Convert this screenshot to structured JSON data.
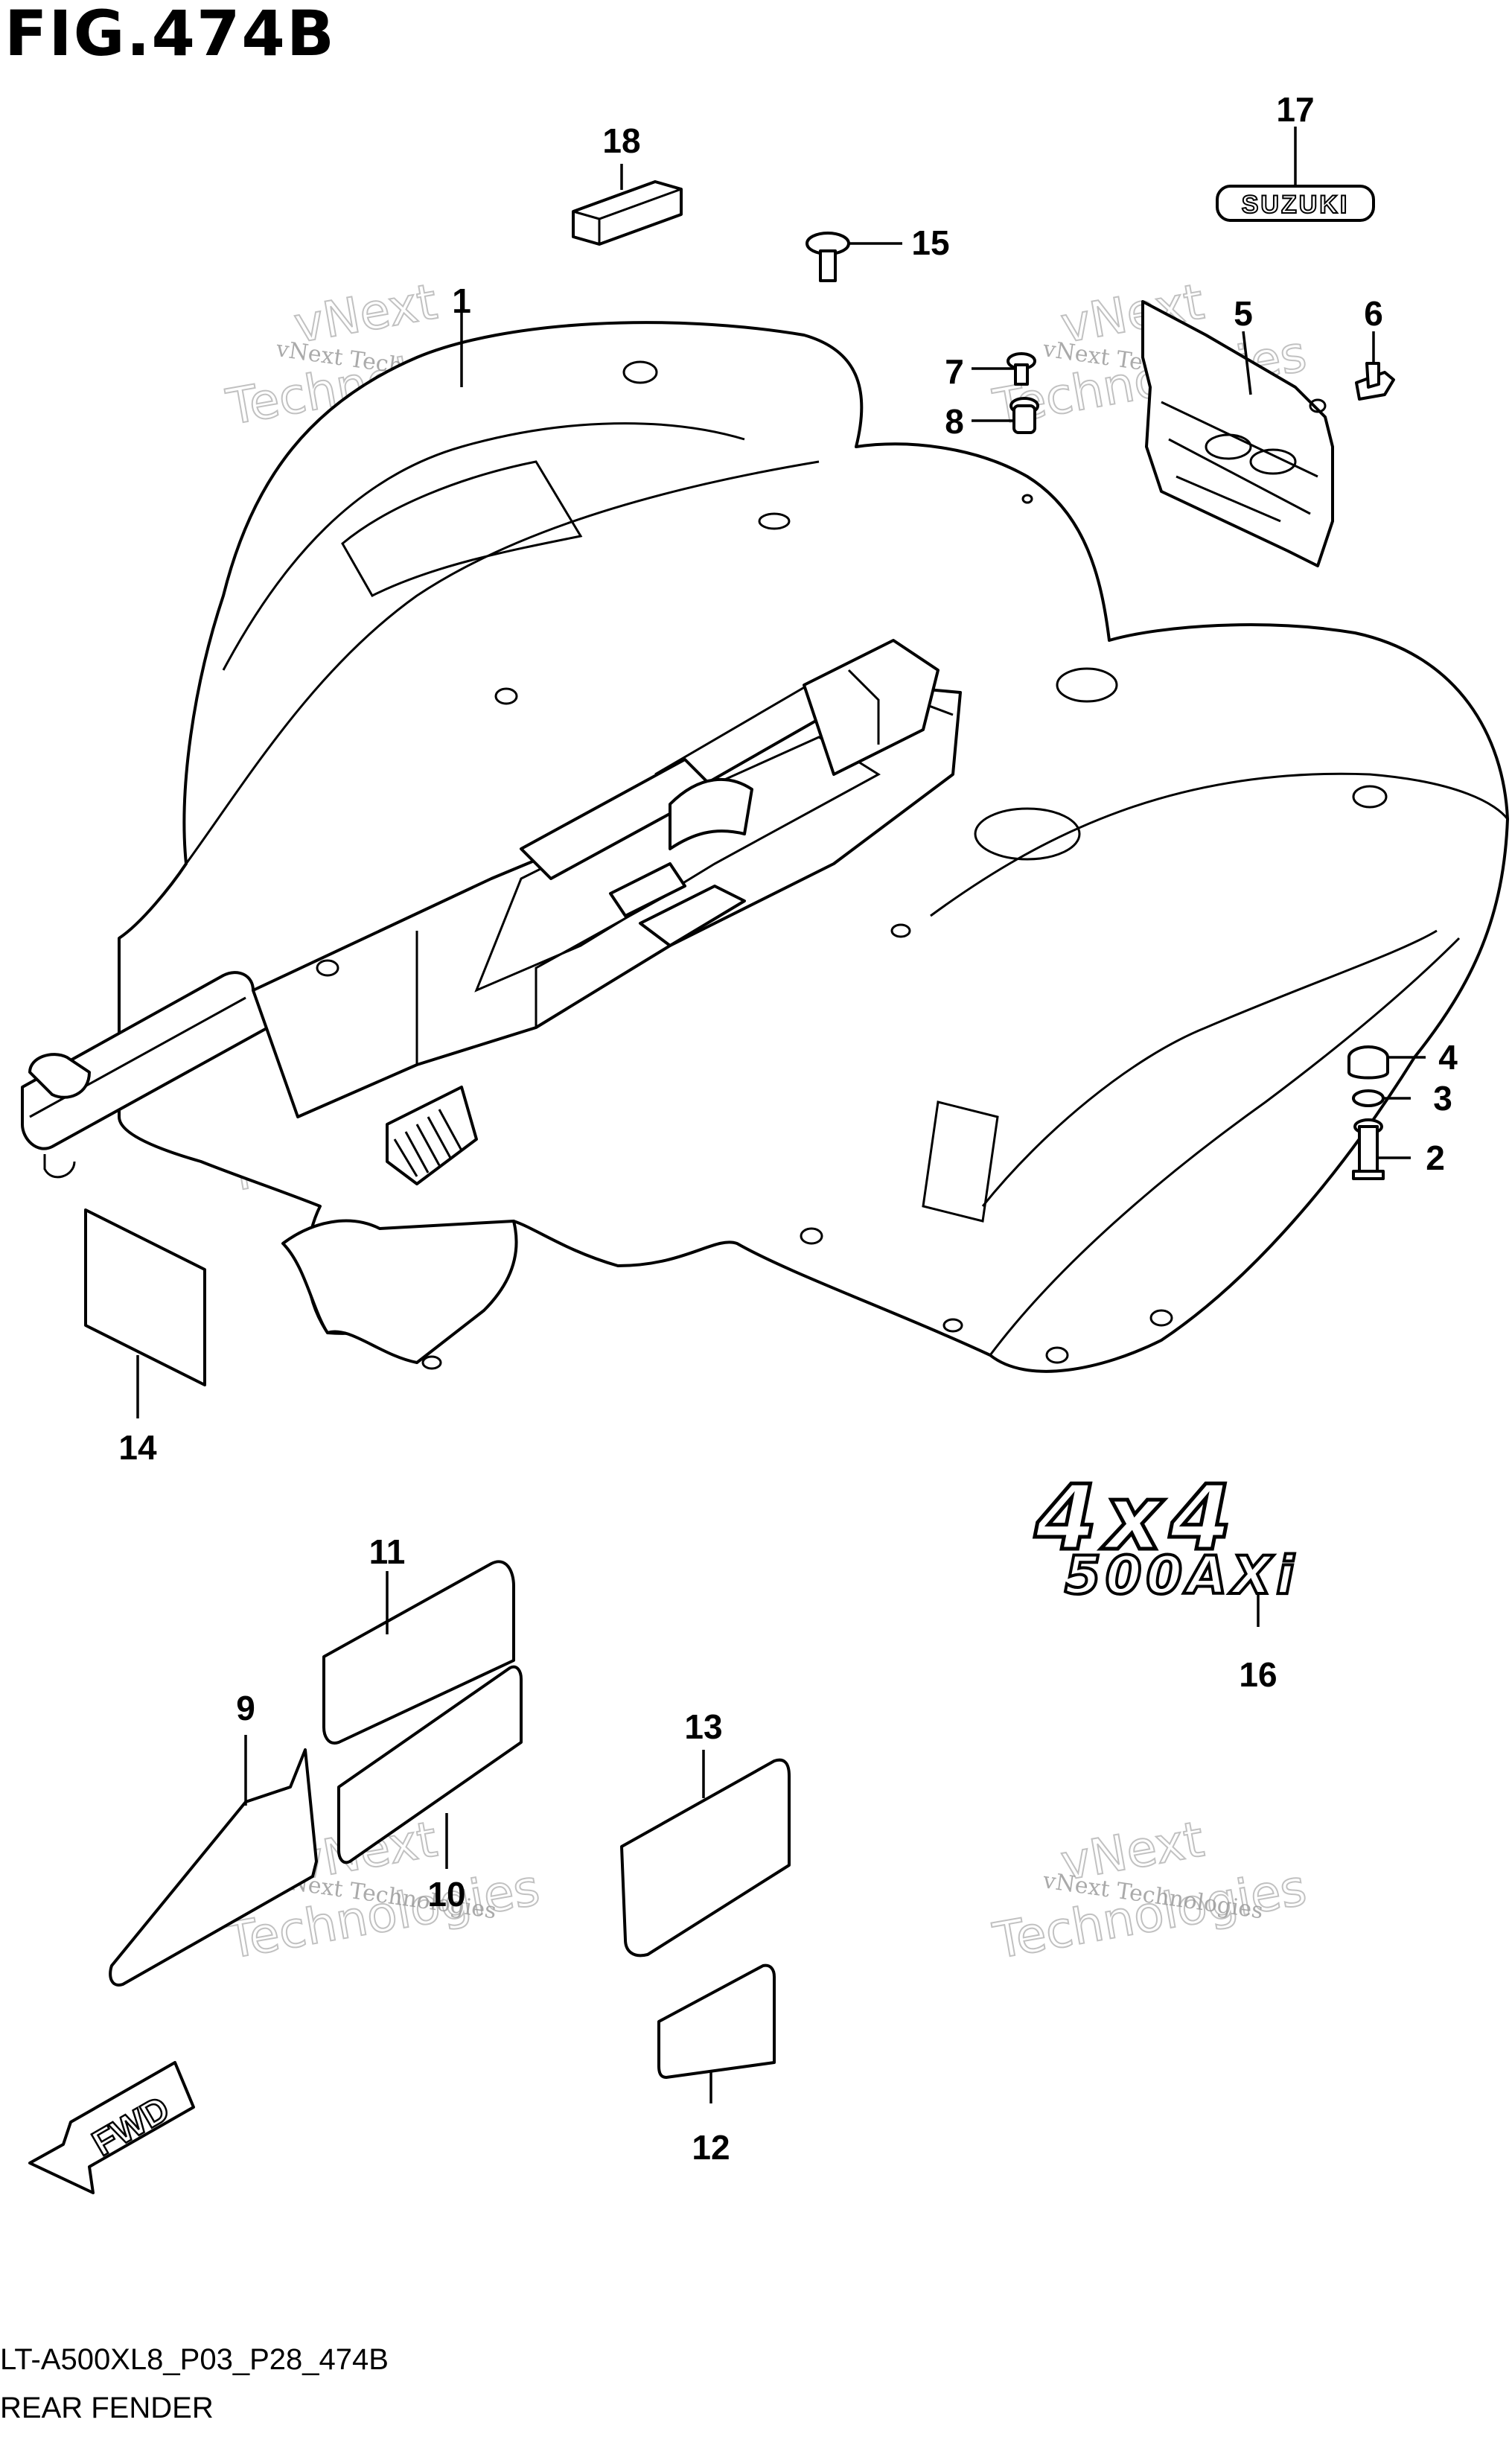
{
  "figure": {
    "title": "FIG.474B",
    "code": "LT-A500XL8_P03_P28_474B",
    "caption": "REAR FENDER"
  },
  "callouts": {
    "c1": "1",
    "c2": "2",
    "c3": "3",
    "c4": "4",
    "c5": "5",
    "c6": "6",
    "c7": "7",
    "c8": "8",
    "c9": "9",
    "c10": "10",
    "c11": "11",
    "c12": "12",
    "c13": "13",
    "c14": "14",
    "c15": "15",
    "c16": "16",
    "c17": "17",
    "c18": "18"
  },
  "decals": {
    "suzuki": "SUZUKI",
    "model_top": "4x4",
    "model_bottom": "500AXi",
    "fwd": "FWD"
  },
  "watermark": {
    "small": "vNext Technologies",
    "big": "Technologies",
    "corner": "vNext"
  }
}
